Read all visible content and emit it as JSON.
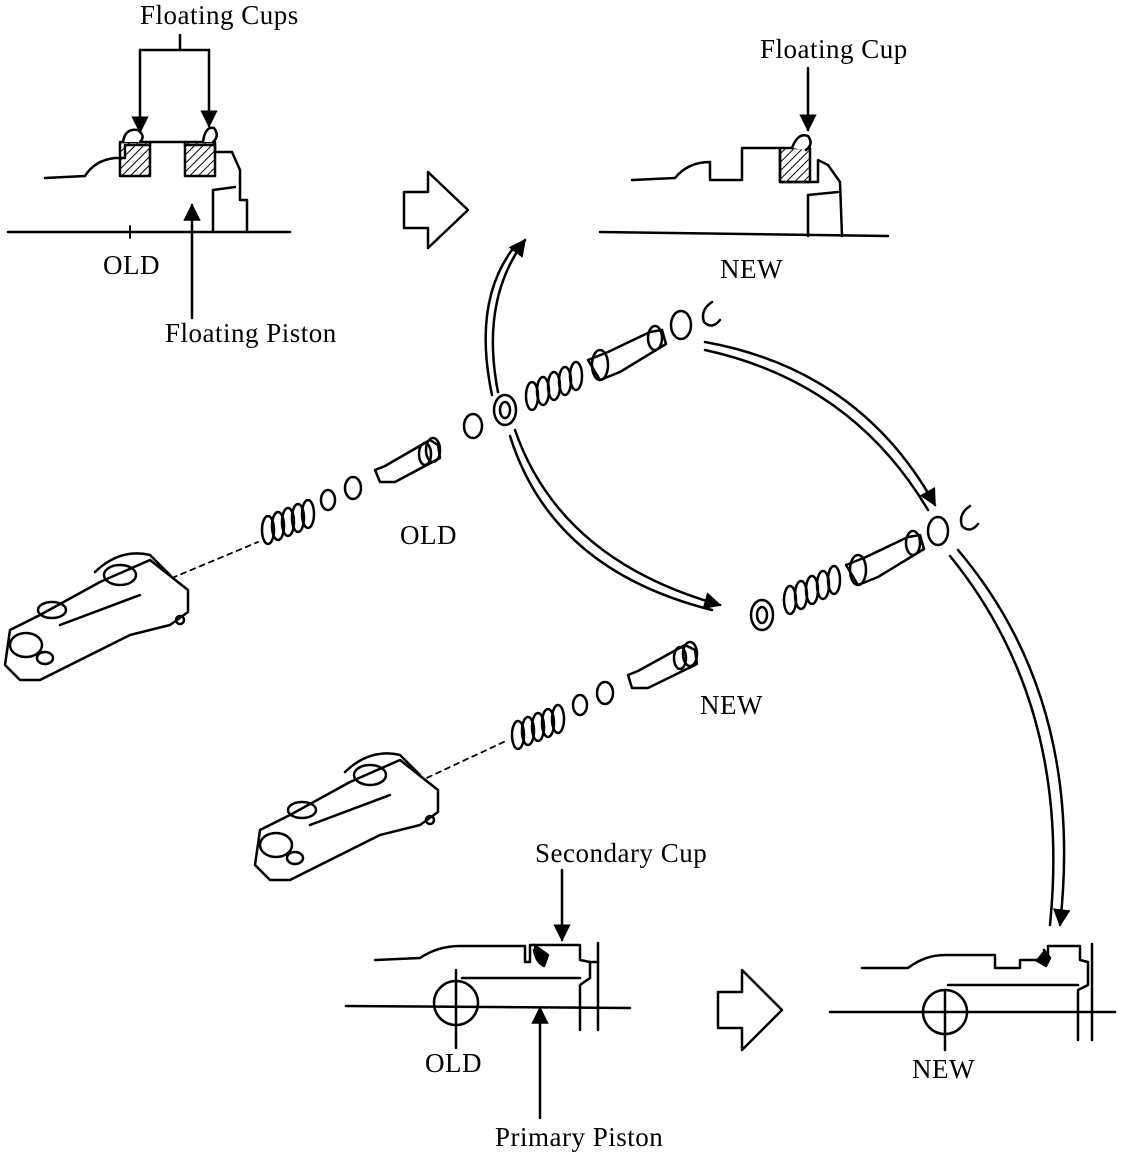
{
  "labels": {
    "floating_cups": "Floating Cups",
    "floating_cup": "Floating Cup",
    "floating_piston": "Floating Piston",
    "secondary_cup": "Secondary Cup",
    "primary_piston": "Primary Piston",
    "old": "OLD",
    "new": "NEW"
  },
  "colors": {
    "ink": "#000000",
    "background": "#ffffff"
  }
}
